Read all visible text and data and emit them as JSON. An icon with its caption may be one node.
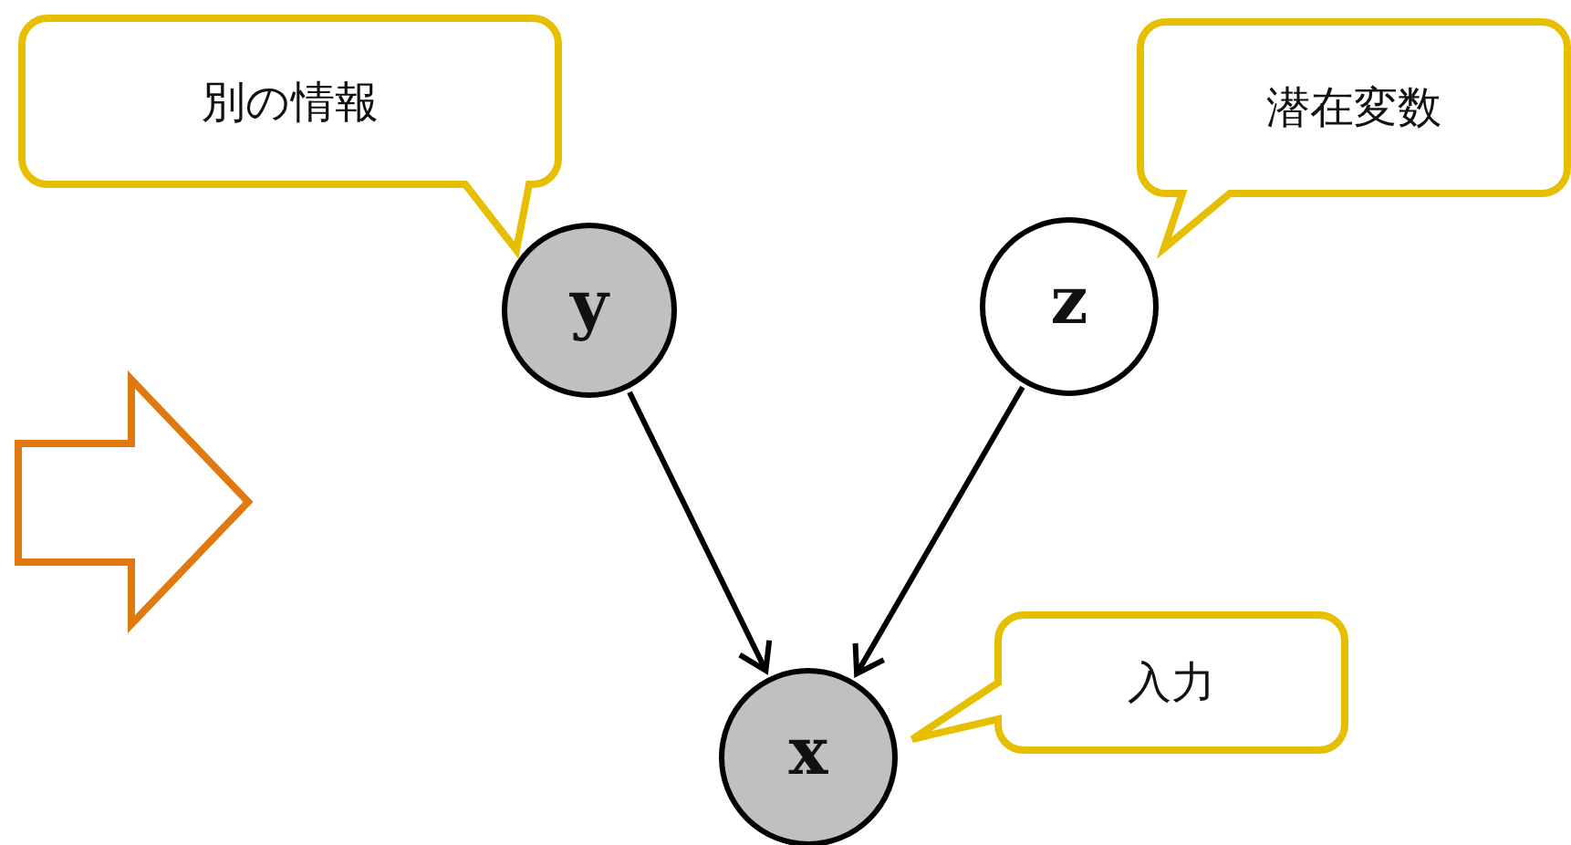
{
  "diagram": {
    "nodes": [
      {
        "text": [
          "別の情報"
        ]
      },
      {
        "text": [
          "y"
        ]
      },
      {
        "text": [
          "潜在変数"
        ]
      },
      {
        "text": [
          "z"
        ]
      },
      {
        "text": [
          "x"
        ]
      },
      {
        "text": [
          "入力"
        ]
      }
    ],
    "edges": [
      {
        "from": 1,
        "to": 4,
        "arrow": "to"
      },
      {
        "from": 3,
        "to": 4,
        "arrow": "to"
      }
    ]
  }
}
